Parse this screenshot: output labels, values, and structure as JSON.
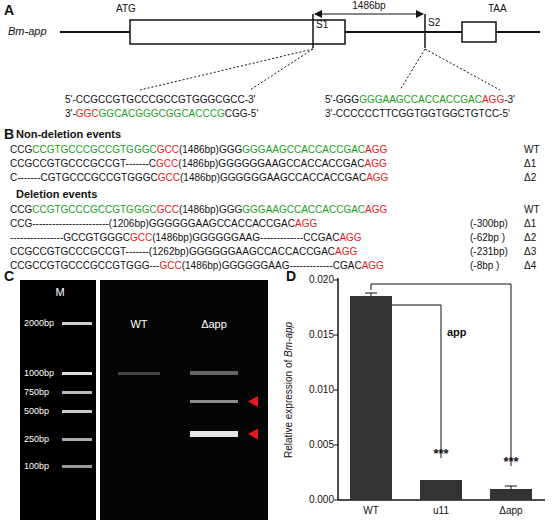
{
  "diagram": {
    "labels": [
      "A",
      "Bm-app",
      "ATG",
      "TAA",
      "S1",
      "1486bp",
      "5'-CCGCCGTGCCCGCCGTGGGCGCC-3'",
      "3'-GGCGGCACGGGCGGCACCCGCGG-5'",
      "5'-GGGGGGAAGCCACCACCGACAGG-3'",
      "3'-CCCCCCTTCGGTGGTGGCTGTCC-5'",
      "B",
      "Non-deletion events",
      "CCGCCGTGCCCGCCGTGGGCGCC(1486bp)GGGGGGAAGCCACCACCGACAGG",
      "WT",
      "CCGCCGTGCCCGCCGT-------CGCC(1486bp)GGGGGGAAGCCACCACCGACAGG",
      "Δ1",
      "C-------CGTGCCCGCCGTGGGCGCC(1486bp)GGGGGGAAGCCACCACCGACAGG",
      "Δ2",
      "Deletion events",
      "CCGCCGTGCCCGCCGTGGGCGCC(1486bp)GGGGGGAAGCCACCACCGACAGG",
      "WT",
      "CCG-----------------------(1206bp)GGGGGGAAGCCACCACCGACAGG",
      "(-300bp)",
      "Δ1",
      "----------------GCCGTGGGCGCC(1486bp)GGGGGGAAG-------------CCGACAGG",
      "(-62bp )",
      "Δ2",
      "CCGCCGTGCCCGCCGT-------(1262bp)GGGGGGAAGCCACCACCGACAGG",
      "(-231bp)",
      "Δ3",
      "CCGCCGTGCCCGCCGTGGG---GCC(1486bp)GGGGGGAAG-------------CGACAGG",
      "(-8bp )",
      "Δ4",
      "C",
      "M",
      "2000bp",
      "1000bp",
      "750bp",
      "500bp",
      "250bp",
      "100bp",
      "WT",
      "Δapp",
      "D",
      "0.000",
      "0.005",
      "0.010",
      "0.015",
      "0.020",
      "Relative expression of Bm-app",
      "***",
      "***",
      "app",
      "WT",
      "u11",
      "Δapp",
      "S2"
    ]
  }
}
